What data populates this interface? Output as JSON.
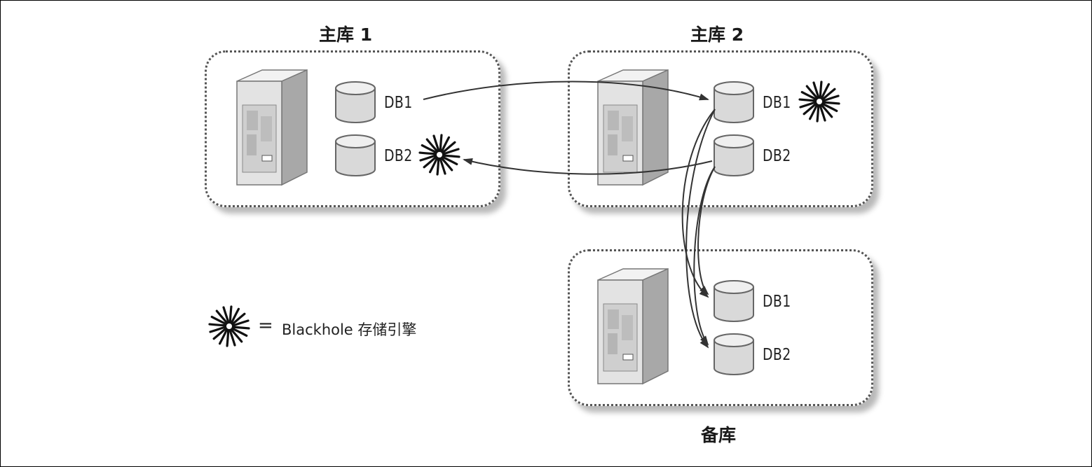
{
  "colors": {
    "box_border": "#555555",
    "server_front": "#e2e2e2",
    "server_side": "#a9a9a9",
    "db_fill": "#d9d9d9",
    "arrow": "#333333"
  },
  "master1": {
    "title": "主库 1",
    "db1": "DB1",
    "db2": "DB2",
    "icon": "server-icon"
  },
  "master2": {
    "title": "主库 2",
    "db1": "DB1",
    "db2": "DB2",
    "icon": "server-icon"
  },
  "replica": {
    "title": "备库",
    "db1": "DB1",
    "db2": "DB2",
    "icon": "server-icon"
  },
  "legend": {
    "icon": "blackhole-icon",
    "equals": "=",
    "text": "Blackhole 存储引擎"
  }
}
